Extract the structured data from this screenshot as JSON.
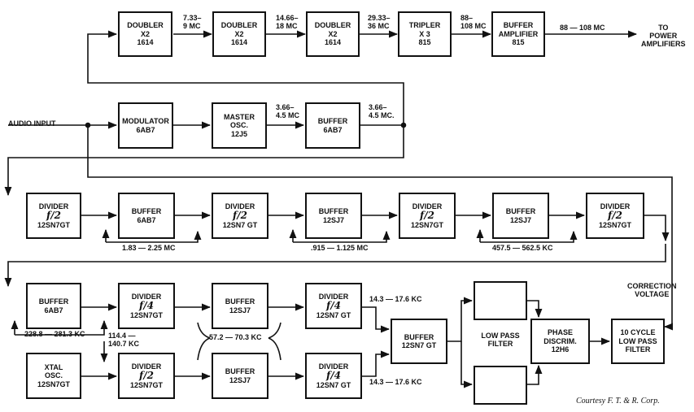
{
  "blocks": {
    "doubler1": [
      "DOUBLER",
      "X2",
      "1614"
    ],
    "doubler2": [
      "DOUBLER",
      "X2",
      "1614"
    ],
    "doubler3": [
      "DOUBLER",
      "X2",
      "1614"
    ],
    "tripler": [
      "TRIPLER",
      "X 3",
      "815"
    ],
    "buffer_amp": [
      "BUFFER",
      "AMPLIFIER",
      "815"
    ],
    "modulator": [
      "MODULATOR",
      "6AB7"
    ],
    "master_osc": [
      "MASTER",
      "OSC.",
      "12J5"
    ],
    "buffer_6ab7_top": [
      "BUFFER",
      "6AB7"
    ],
    "divider_r3_1": [
      "DIVIDER",
      "f/2",
      "12SN7GT"
    ],
    "buffer_r3_1": [
      "BUFFER",
      "6AB7"
    ],
    "divider_r3_2": [
      "DIVIDER",
      "f/2",
      "12SN7 GT"
    ],
    "buffer_r3_2": [
      "BUFFER",
      "12SJ7"
    ],
    "divider_r3_3": [
      "DIVIDER",
      "f/2",
      "12SN7GT"
    ],
    "buffer_r3_3": [
      "BUFFER",
      "12SJ7"
    ],
    "divider_r3_4": [
      "DIVIDER",
      "f/2",
      "12SN7GT"
    ],
    "buffer_r4_1": [
      "BUFFER",
      "6AB7"
    ],
    "divider_r4_1": [
      "DIVIDER",
      "f/4",
      "12SN7GT"
    ],
    "buffer_r4_2": [
      "BUFFER",
      "12SJ7"
    ],
    "divider_r4_2": [
      "DIVIDER",
      "f/4",
      "12SN7 GT"
    ],
    "xtal_osc": [
      "XTAL",
      "OSC.",
      "12SN7GT"
    ],
    "divider_r5_1": [
      "DIVIDER",
      "f/2",
      "12SN7GT"
    ],
    "buffer_r5_2": [
      "BUFFER",
      "12SJ7"
    ],
    "divider_r5_2": [
      "DIVIDER",
      "f/4",
      "12SN7 GT"
    ],
    "buffer_12sn7": [
      "BUFFER",
      "12SN7 GT"
    ],
    "phase_discrim": [
      "PHASE",
      "DISCRIM.",
      "12H6"
    ],
    "low_pass_10": [
      "10 CYCLE",
      "LOW PASS",
      "FILTER"
    ]
  },
  "labels": {
    "f1": [
      "7.33–",
      "9 MC"
    ],
    "f2": [
      "14.66–",
      "18 MC"
    ],
    "f3": [
      "29.33–",
      "36 MC"
    ],
    "f4": [
      "88–",
      "108 MC"
    ],
    "f5": "88 — 108 MC",
    "to_power": [
      "TO",
      "POWER",
      "AMPLIFIERS"
    ],
    "audio_input": "AUDIO INPUT",
    "f6": [
      "3.66–",
      "4.5 MC"
    ],
    "f7": [
      "3.66–",
      "4.5 MC."
    ],
    "f8": "1.83 — 2.25 MC",
    "f9": ".915 — 1.125 MC",
    "f10": "457.5 — 562.5 KC",
    "f11": "228.8 — 281.3 KC",
    "f12": [
      "114.4 —",
      "140.7 KC"
    ],
    "f13": "57.2 — 70.3 KC",
    "f14": "14.3 — 17.6 KC",
    "f15": "14.3 — 17.6 KC",
    "low_pass_filter": [
      "LOW PASS",
      "FILTER"
    ],
    "correction": [
      "CORRECTION",
      "VOLTAGE"
    ],
    "credit": "Courtesy F. T. & R. Corp."
  }
}
